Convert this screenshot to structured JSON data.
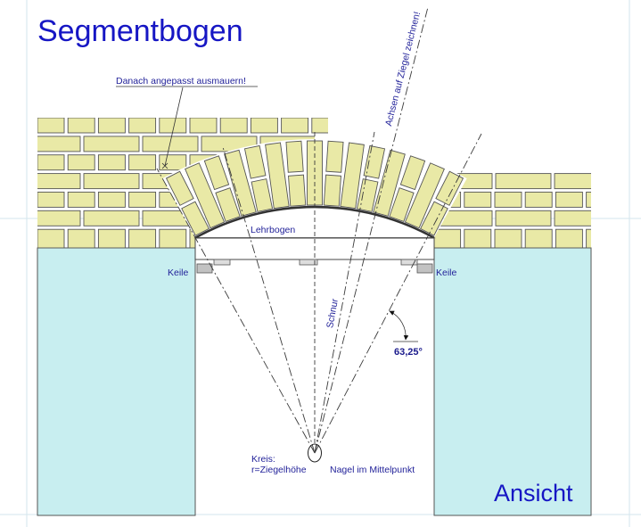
{
  "title": "Segmentbogen",
  "view_label": "Ansicht",
  "annotations": {
    "fill_in": "Danach angepasst ausmauern!",
    "axes_note": "Achsen auf Ziegel zeichnen!",
    "centering": "Lehrbogen",
    "wedges_left": "Keile",
    "wedges_right": "Keile",
    "string": "Schnur",
    "angle": "63,25°",
    "circle_label": "Kreis:",
    "circle_radius": "r=Ziegelhöhe",
    "nail": "Nagel im Mittelpunkt"
  },
  "colors": {
    "brick": "#e9e9a6",
    "pillar": "#c8eef0",
    "text": "#1616c4",
    "annotation": "#23239a"
  }
}
